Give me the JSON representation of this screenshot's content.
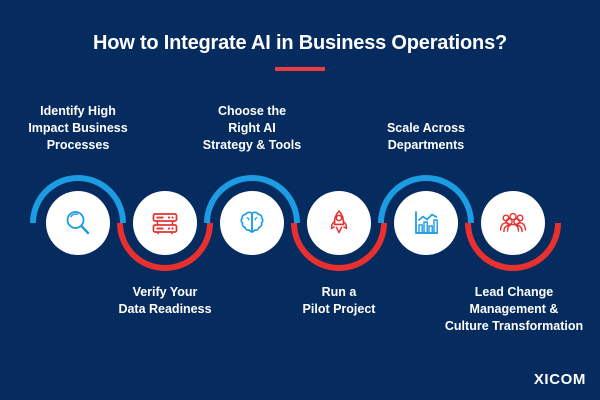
{
  "header": {
    "title": "How to Integrate AI in Business Operations?",
    "accent_rule_color": "#ef3b3b"
  },
  "theme": {
    "background": "#062b5e",
    "blue": "#1b9ce3",
    "red": "#e8302f",
    "circle_fill": "#ffffff",
    "text": "#ffffff"
  },
  "steps": [
    {
      "label_line1": "Identify High",
      "label_line2": "Impact Business",
      "label_line3": "Processes",
      "position": "top",
      "icon": "magnifier-icon",
      "icon_color": "#1b9ce3",
      "arc_color": "#1b9ce3"
    },
    {
      "label_line1": "Verify Your",
      "label_line2": "Data Readiness",
      "label_line3": "",
      "position": "bottom",
      "icon": "server-stack-icon",
      "icon_color": "#e8302f",
      "arc_color": "#e8302f"
    },
    {
      "label_line1": "Choose the",
      "label_line2": "Right AI",
      "label_line3": "Strategy & Tools",
      "position": "top",
      "icon": "brain-icon",
      "icon_color": "#1b9ce3",
      "arc_color": "#1b9ce3"
    },
    {
      "label_line1": "Run a",
      "label_line2": "Pilot Project",
      "label_line3": "",
      "position": "bottom",
      "icon": "rocket-icon",
      "icon_color": "#e8302f",
      "arc_color": "#e8302f"
    },
    {
      "label_line1": "Scale Across",
      "label_line2": "Departments",
      "label_line3": "",
      "position": "top",
      "icon": "bar-chart-trend-icon",
      "icon_color": "#1b9ce3",
      "arc_color": "#1b9ce3"
    },
    {
      "label_line1": "Lead Change",
      "label_line2": "Management &",
      "label_line3": "Culture Transformation",
      "position": "bottom",
      "icon": "people-group-icon",
      "icon_color": "#e8302f",
      "arc_color": "#e8302f"
    }
  ],
  "footer": {
    "logo_text": "XICOM"
  }
}
